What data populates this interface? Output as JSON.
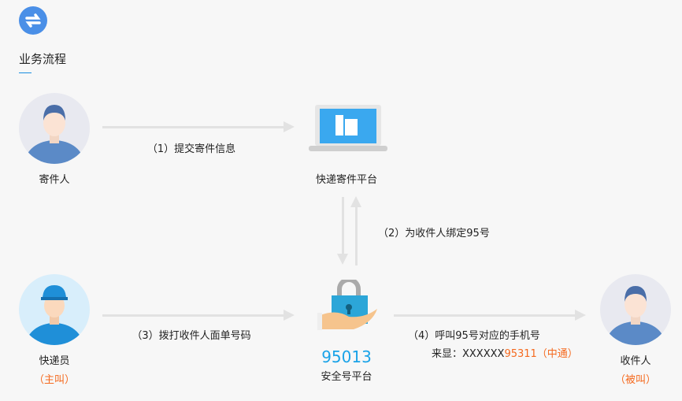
{
  "header": {
    "icon": "refresh-icon",
    "title": "业务流程"
  },
  "nodes": {
    "sender": {
      "label": "寄件人"
    },
    "platform": {
      "label": "快递寄件平台"
    },
    "courier": {
      "label": "快递员",
      "role": "（主叫）"
    },
    "secure": {
      "number": "95013",
      "label": "安全号平台"
    },
    "receiver": {
      "label": "收件人",
      "role": "（被叫）"
    }
  },
  "steps": {
    "s1": "（1）提交寄件信息",
    "s2": "（2）为收件人绑定95号",
    "s3": "（3）拨打收件人面单号码",
    "s4": "（4）呼叫95号对应的手机号",
    "s4_caller_prefix": "来显：XXXXXX",
    "s4_caller_number": "95311（中通）"
  },
  "colors": {
    "accent": "#4a8fe7",
    "highlight": "#f56a1f",
    "number": "#1aa3e8"
  }
}
